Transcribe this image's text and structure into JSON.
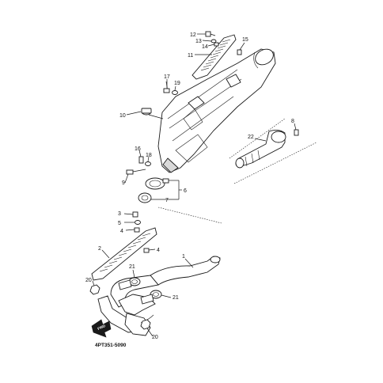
{
  "diagram": {
    "part_code": "4PT351-5090",
    "forward_marker": "FWD",
    "callouts": [
      {
        "id": "c1",
        "text": "1"
      },
      {
        "id": "c2",
        "text": "2"
      },
      {
        "id": "c3",
        "text": "3"
      },
      {
        "id": "c4a",
        "text": "4"
      },
      {
        "id": "c4b",
        "text": "4"
      },
      {
        "id": "c5",
        "text": "5"
      },
      {
        "id": "c6",
        "text": "6"
      },
      {
        "id": "c7",
        "text": "7"
      },
      {
        "id": "c8",
        "text": "8"
      },
      {
        "id": "c9",
        "text": "9"
      },
      {
        "id": "c10",
        "text": "10"
      },
      {
        "id": "c11",
        "text": "11"
      },
      {
        "id": "c12",
        "text": "12"
      },
      {
        "id": "c13",
        "text": "13"
      },
      {
        "id": "c14",
        "text": "14"
      },
      {
        "id": "c15",
        "text": "15"
      },
      {
        "id": "c16",
        "text": "16"
      },
      {
        "id": "c17",
        "text": "17"
      },
      {
        "id": "c18",
        "text": "18"
      },
      {
        "id": "c19",
        "text": "19"
      },
      {
        "id": "c20a",
        "text": "20"
      },
      {
        "id": "c20b",
        "text": "20"
      },
      {
        "id": "c21a",
        "text": "21"
      },
      {
        "id": "c21b",
        "text": "21"
      },
      {
        "id": "c22",
        "text": "22"
      }
    ]
  }
}
